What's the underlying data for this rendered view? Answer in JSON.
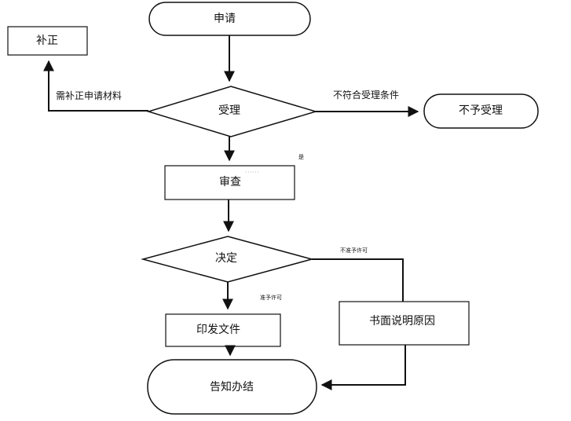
{
  "nodes": {
    "apply": "申请",
    "supplement": "补正",
    "accept": "受理",
    "reject": "不予受理",
    "review": "审查",
    "decide": "决定",
    "issue_doc": "印发文件",
    "written_reason": "书面说明原因",
    "notify_close": "告知办结"
  },
  "edges": {
    "need_supplement": "需补正申请材料",
    "not_meet_conditions": "不符合受理条件",
    "yes": "是",
    "not_grant": "不准予许可",
    "grant": "准予许可"
  },
  "colors": {
    "stroke": "#111111",
    "background": "#ffffff"
  }
}
